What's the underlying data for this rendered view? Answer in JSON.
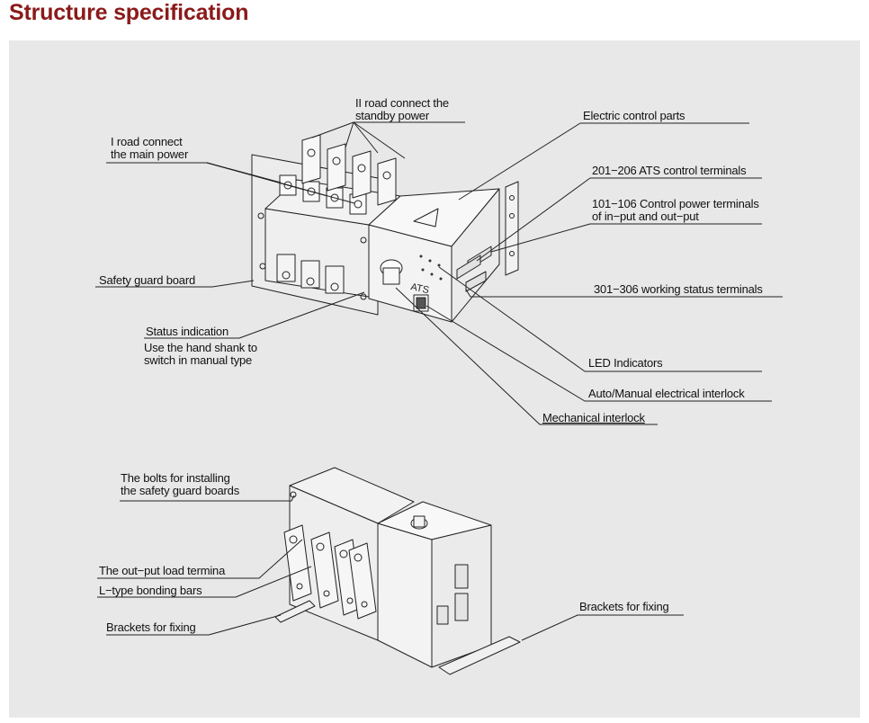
{
  "title": "Structure specification",
  "colors": {
    "title": "#8b1a1a",
    "panel": "#e8e8e8",
    "line": "#222222"
  },
  "device_marking": "ATS",
  "callouts": {
    "road2": [
      "II road connect the",
      "standby power"
    ],
    "road1": [
      "I road connect",
      "the main power"
    ],
    "electric_control": "Electric control parts",
    "ats_terminals": "201−206 ATS control terminals",
    "power_terminals": [
      "101−106 Control power terminals",
      "of in−put and out−put"
    ],
    "safety_guard": "Safety guard board",
    "working_status": "301−306 working status terminals",
    "status_indication": "Status indication",
    "hand_shank": [
      "Use the hand shank to",
      "switch in manual type"
    ],
    "led": "LED Indicators",
    "auto_manual": "Auto/Manual electrical interlock",
    "mechanical": "Mechanical interlock",
    "bolts": [
      "The bolts for installing",
      "the safety guard boards"
    ],
    "output_load": "The out−put load termina",
    "l_type": "L−type bonding bars",
    "brackets_left": "Brackets for fixing",
    "brackets_right": "Brackets for fixing"
  }
}
